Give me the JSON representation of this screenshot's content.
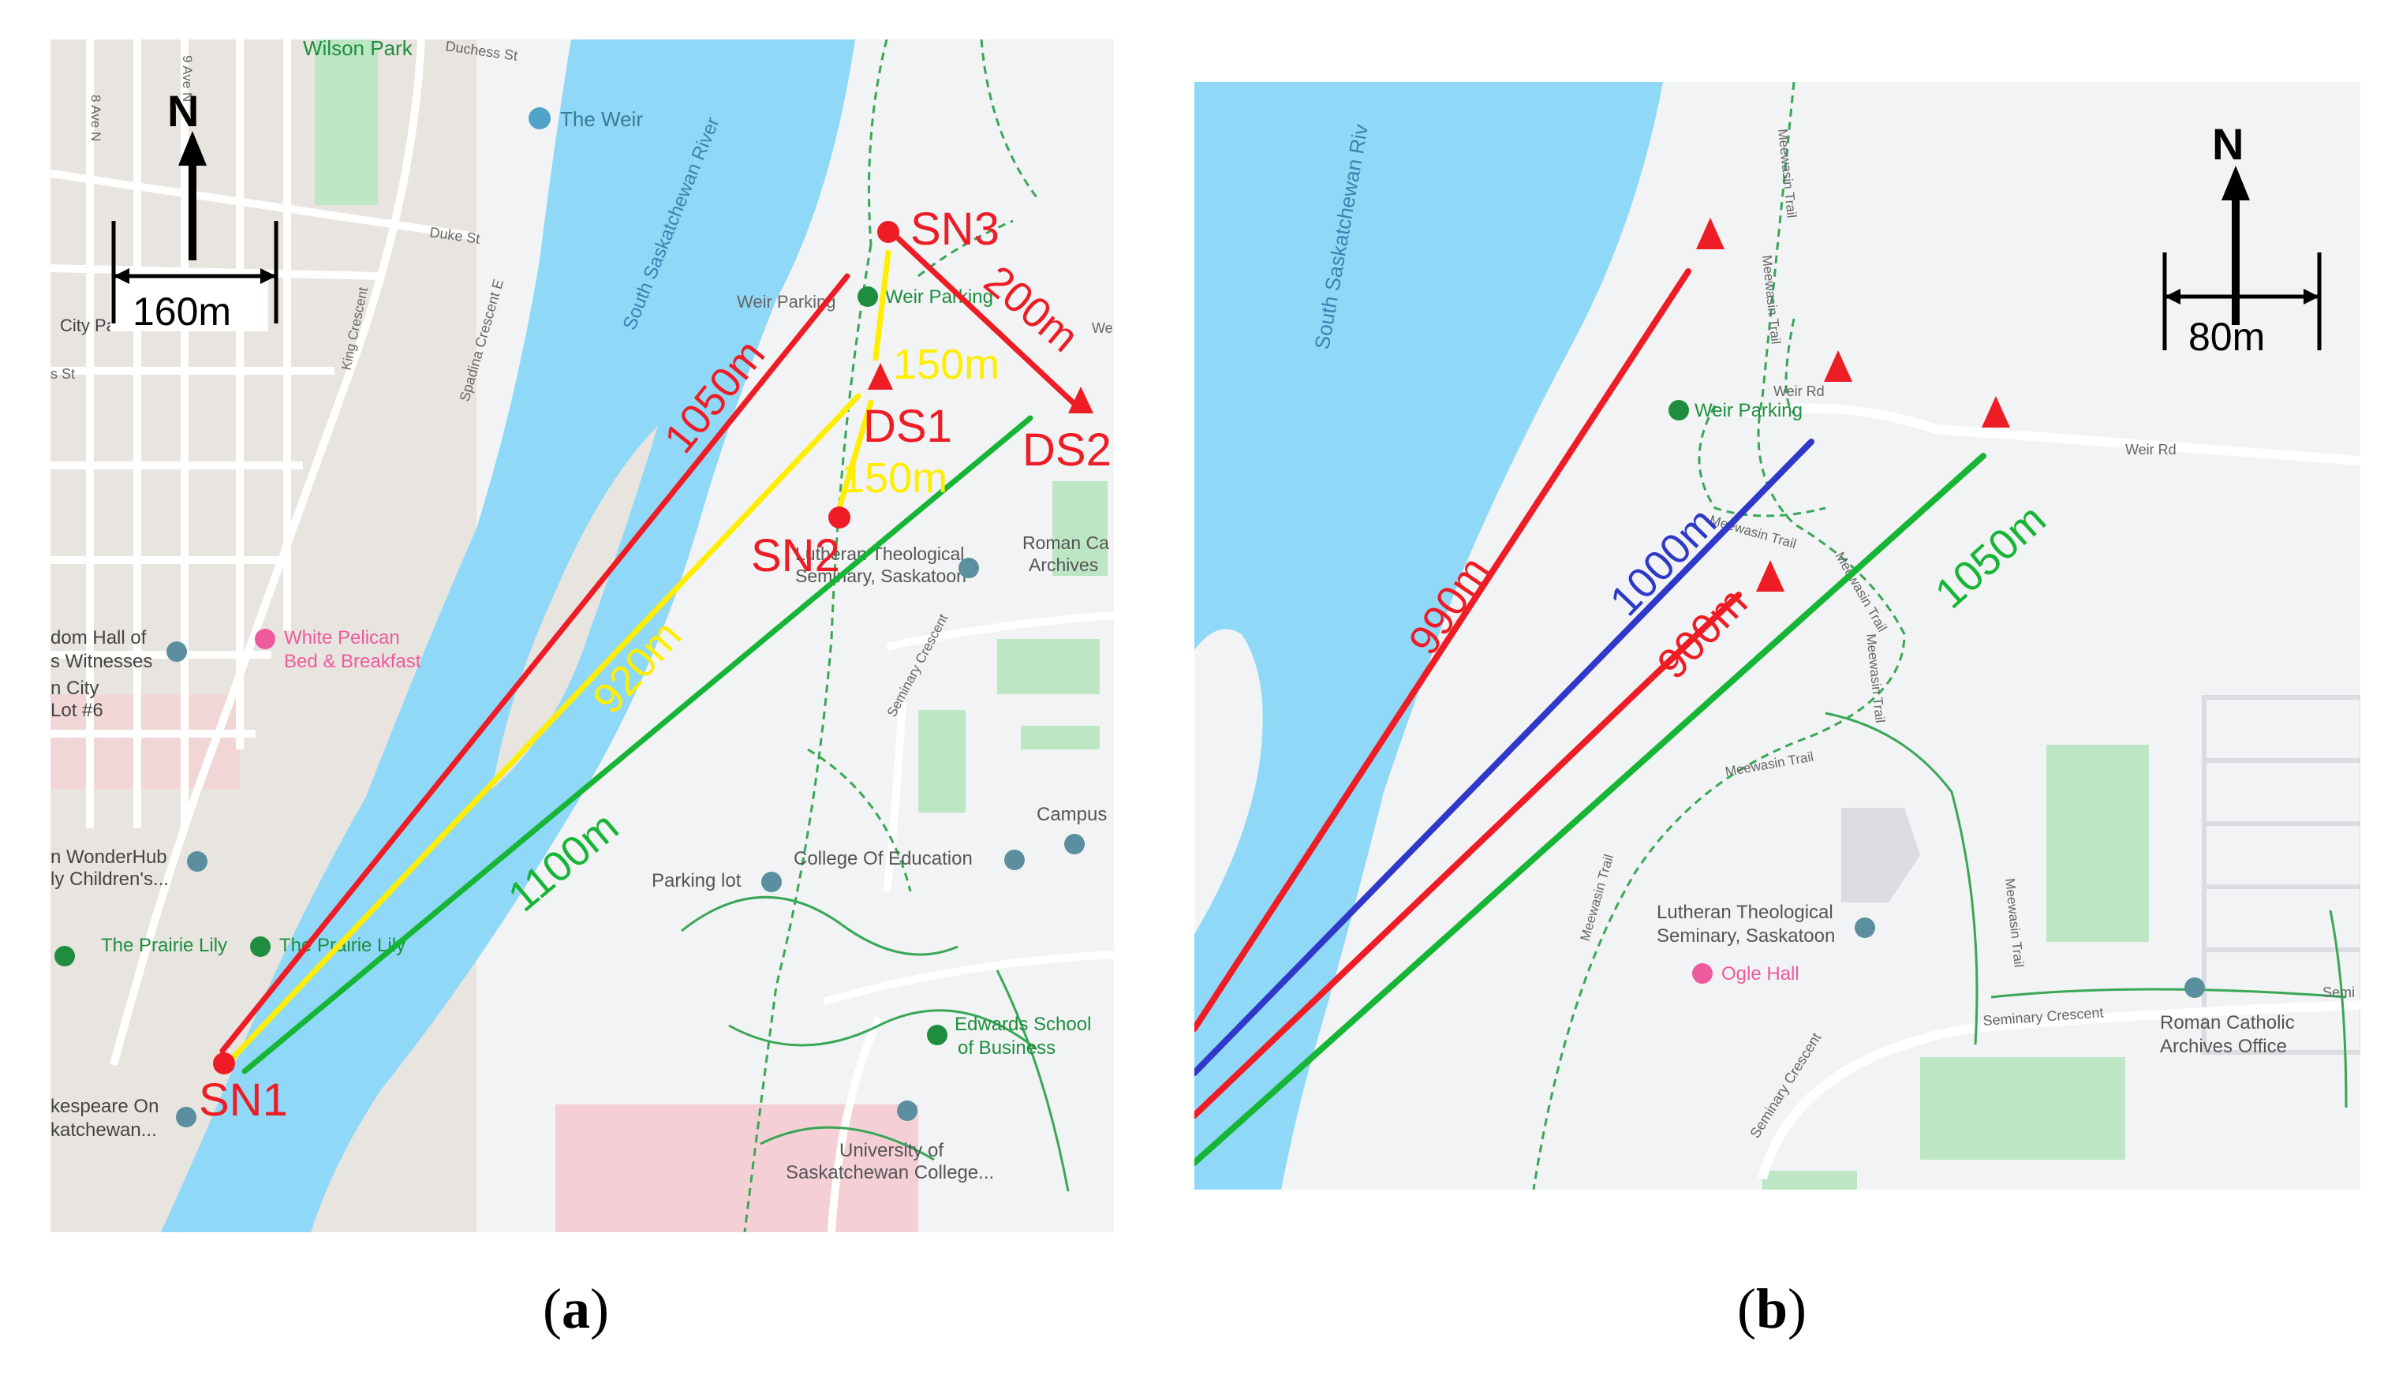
{
  "colors": {
    "water": "#8fd8f8",
    "land": "#f1f3f4",
    "urban": "#e8e4df",
    "park": "#bde6c4",
    "trail": "#3aa657",
    "road": "#ffffff",
    "red": "#ee1c25",
    "yellow": "#ffee00",
    "green": "#17b535",
    "blue": "#2f38c8",
    "poi_green": "#1e8e3e",
    "poi_blue": "#5b8fa0",
    "poi_pink": "#ee5a9e"
  },
  "panel_a": {
    "caption": "a",
    "north": "N",
    "scale": "160m",
    "places": {
      "wilson_park": "Wilson Park",
      "duchess_st": "Duchess St",
      "ave_8": "8 Ave N",
      "ave_9": "9 Ave N",
      "the_weir": "The Weir",
      "river": "South Saskatchewan River",
      "duke_st": "Duke St",
      "spadina": "Spadina Crescent E",
      "king": "King Crescent",
      "city_park": "City Pa",
      "st_short": "s St",
      "weir_parking_1": "Weir Parking",
      "weir_parking_2": "Weir Parking",
      "we": "We",
      "lutheran_1": "Lutheran Theological",
      "lutheran_2": "Seminary, Saskatoon",
      "roman_1": "Roman Ca",
      "roman_2": "Archives",
      "kingdom_1": "dom Hall of",
      "kingdom_2": "s Witnesses",
      "pelican_1": "White Pelican",
      "pelican_2": "Bed & Breakfast",
      "lot_1": "n City",
      "lot_2": "Lot #6",
      "seminary_cres": "Seminary Crescent",
      "wonderhub_1": "n WonderHub",
      "wonderhub_2": "ly Children's...",
      "campus": "Campus",
      "college_ed": "College Of Education",
      "parking_lot": "Parking lot",
      "prairie_lily_1": "The Prairie Lily",
      "prairie_lily_2": "The Prairie Lily",
      "edwards_1": "Edwards School",
      "edwards_2": "of Business",
      "shakespeare_1": "kespeare On",
      "shakespeare_2": "katchewan...",
      "usask_1": "University of",
      "usask_2": "Saskatchewan College..."
    },
    "nodes": {
      "sn1": "SN1",
      "sn2": "SN2",
      "sn3": "SN3",
      "ds1": "DS1",
      "ds2": "DS2"
    },
    "distances": {
      "sn1_sn3": "1050m",
      "sn1_sn2": "920m",
      "sn1_ds2": "1100m",
      "sn3_ds1": "150m",
      "ds1_sn2": "150m",
      "sn3_ds2": "200m"
    }
  },
  "panel_b": {
    "caption": "b",
    "north": "N",
    "scale": "80m",
    "places": {
      "river": "South Saskatchewan Riv",
      "weir_rd_1": "Weir Rd",
      "weir_rd_2": "Weir Rd",
      "weir_parking": "Weir Parking",
      "trail_1": "Meewasin Trail",
      "trail_2": "Meewasin Trail",
      "trail_3": "Meewasin Trail",
      "trail_4": "Meewasin Trail",
      "trail_5": "Meewasin Trail",
      "trail_6": "Meewasin Trail",
      "trail_7": "Meewasin Trail",
      "lutheran_1": "Lutheran Theological",
      "lutheran_2": "Seminary, Saskatoon",
      "ogle_hall": "Ogle Hall",
      "seminary_cres_1": "Seminary Crescent",
      "seminary_cres_2": "Seminary Crescent",
      "semi": "Semi",
      "roman_1": "Roman Catholic",
      "roman_2": "Archives Office"
    },
    "distances": {
      "red_top": "990m",
      "blue": "1000m",
      "red_bottom": "900m",
      "green": "1050m"
    }
  }
}
